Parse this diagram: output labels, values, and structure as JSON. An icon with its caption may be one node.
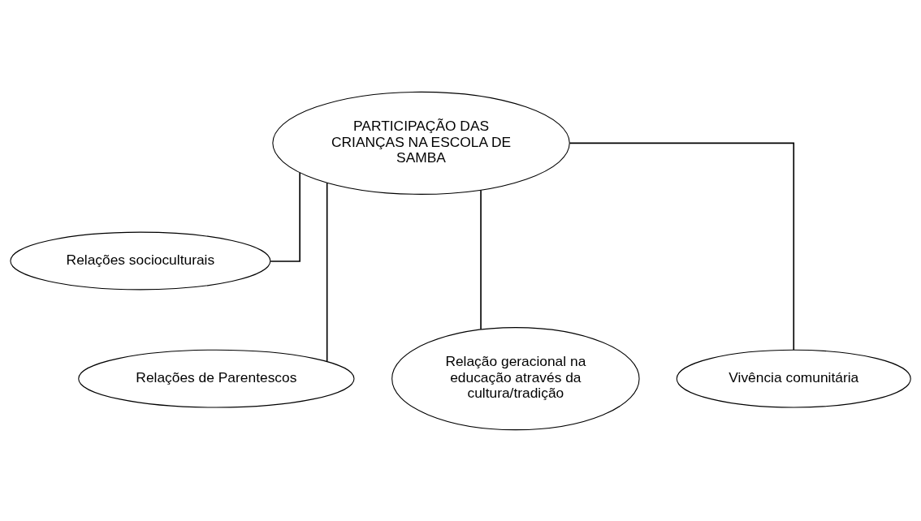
{
  "diagram": {
    "nodes": [
      {
        "text": [
          "PARTICIPAÇÃO DAS CRIANÇAS NA ESCOLA DE SAMBA"
        ]
      },
      {
        "text": [
          "Relações socioculturais"
        ]
      },
      {
        "text": [
          "Relações de Parentescos"
        ]
      },
      {
        "text": [
          "Relação geracional na educação através da cultura/tradição"
        ]
      },
      {
        "text": [
          "Vivência comunitária"
        ]
      }
    ],
    "edges": [
      {
        "from": 0,
        "to": 1,
        "arrow": "none"
      },
      {
        "from": 0,
        "to": 2,
        "arrow": "none"
      },
      {
        "from": 0,
        "to": 3,
        "arrow": "none"
      },
      {
        "from": 0,
        "to": 4,
        "arrow": "none"
      }
    ]
  }
}
